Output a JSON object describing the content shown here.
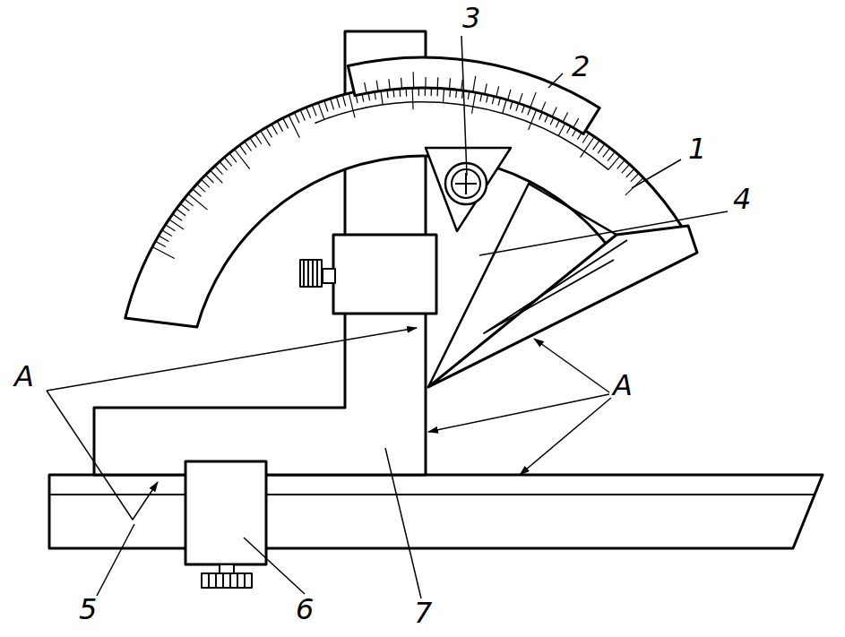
{
  "diagram": {
    "labels": [
      "1",
      "2",
      "3",
      "4",
      "5",
      "6",
      "7",
      "A",
      "A"
    ]
  }
}
